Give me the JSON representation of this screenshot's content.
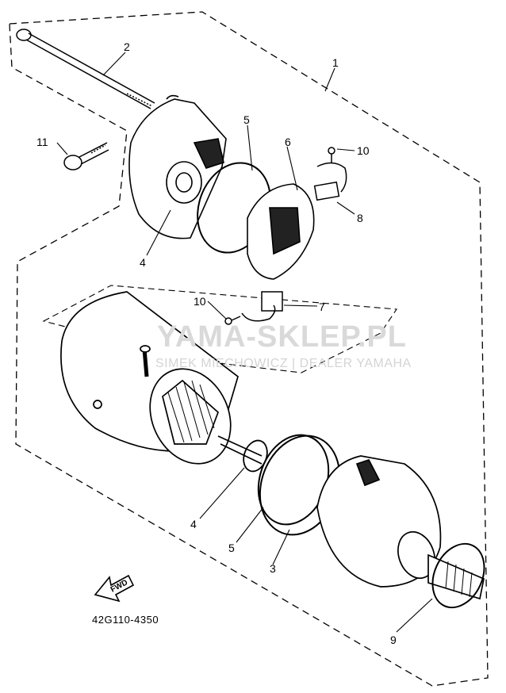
{
  "diagram": {
    "part_number": "42G110-4350",
    "direction_label": "FWD",
    "watermark": {
      "title": "YAMA-SKLEP.PL",
      "subtitle": "SIMEK MIECHOWICZ | DEALER YAMAHA"
    },
    "callouts": [
      {
        "id": "c1",
        "label": "1"
      },
      {
        "id": "c2",
        "label": "2"
      },
      {
        "id": "c3",
        "label": "3"
      },
      {
        "id": "c4a",
        "label": "4"
      },
      {
        "id": "c4b",
        "label": "4"
      },
      {
        "id": "c5a",
        "label": "5"
      },
      {
        "id": "c5b",
        "label": "5"
      },
      {
        "id": "c6",
        "label": "6"
      },
      {
        "id": "c7",
        "label": "7"
      },
      {
        "id": "c8",
        "label": "8"
      },
      {
        "id": "c9",
        "label": "9"
      },
      {
        "id": "c10a",
        "label": "10"
      },
      {
        "id": "c10b",
        "label": "10"
      },
      {
        "id": "c11",
        "label": "11"
      }
    ],
    "colors": {
      "line": "#000000",
      "watermark": "#d9d9d9",
      "watermark_logo": "#f2b8b8"
    }
  }
}
